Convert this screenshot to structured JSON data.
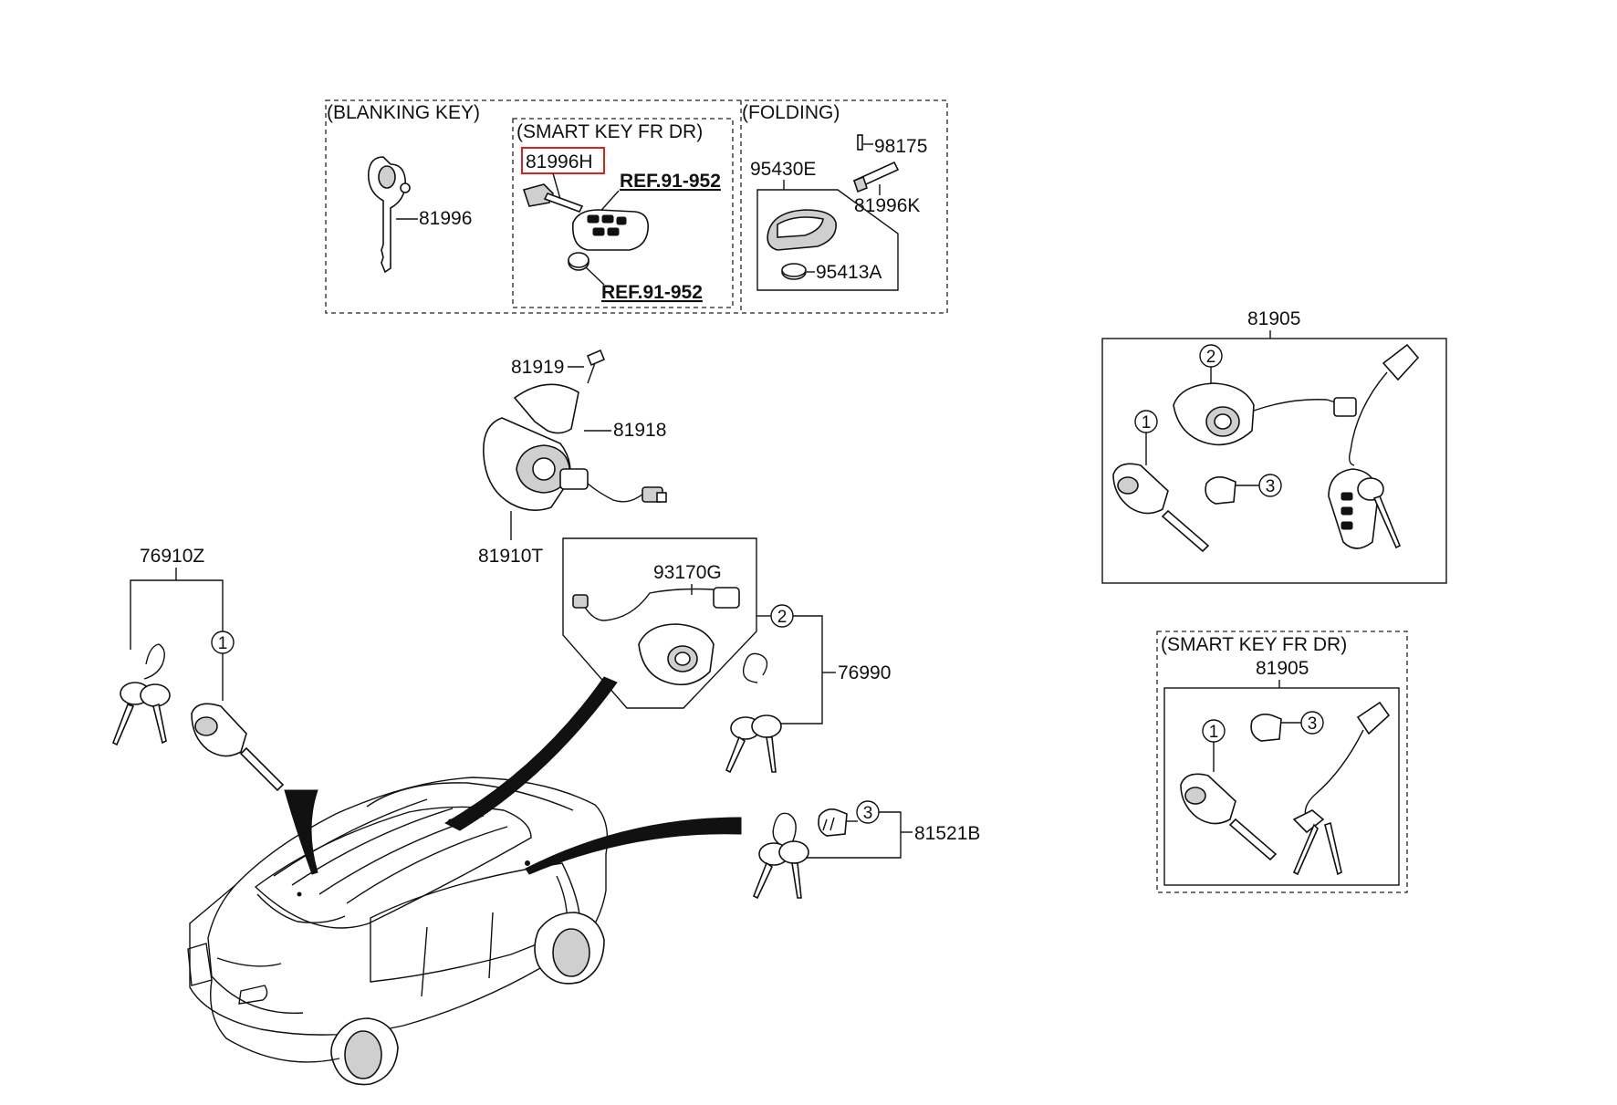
{
  "groups": {
    "blanking_key": "(BLANKING KEY)",
    "smart_key_fr_dr_top": "(SMART KEY FR DR)",
    "folding": "(FOLDING)",
    "smart_key_fr_dr_right": "(SMART KEY FR DR)"
  },
  "parts": {
    "p81996": "81996",
    "p81996h": "81996H",
    "ref1": "REF.91-952",
    "ref2": "REF.91-952",
    "p95430e": "95430E",
    "p98175": "98175",
    "p81996k": "81996K",
    "p95413a": "95413A",
    "p81919": "81919",
    "p81918": "81918",
    "p81910t": "81910T",
    "p93170g": "93170G",
    "p76990": "76990",
    "p76910z": "76910Z",
    "p81521b": "81521B",
    "p81905a": "81905",
    "p81905b": "81905"
  },
  "callouts": {
    "one": "1",
    "two": "2",
    "three": "3"
  },
  "colors": {
    "highlight": "#e02020",
    "ink": "#111111"
  }
}
